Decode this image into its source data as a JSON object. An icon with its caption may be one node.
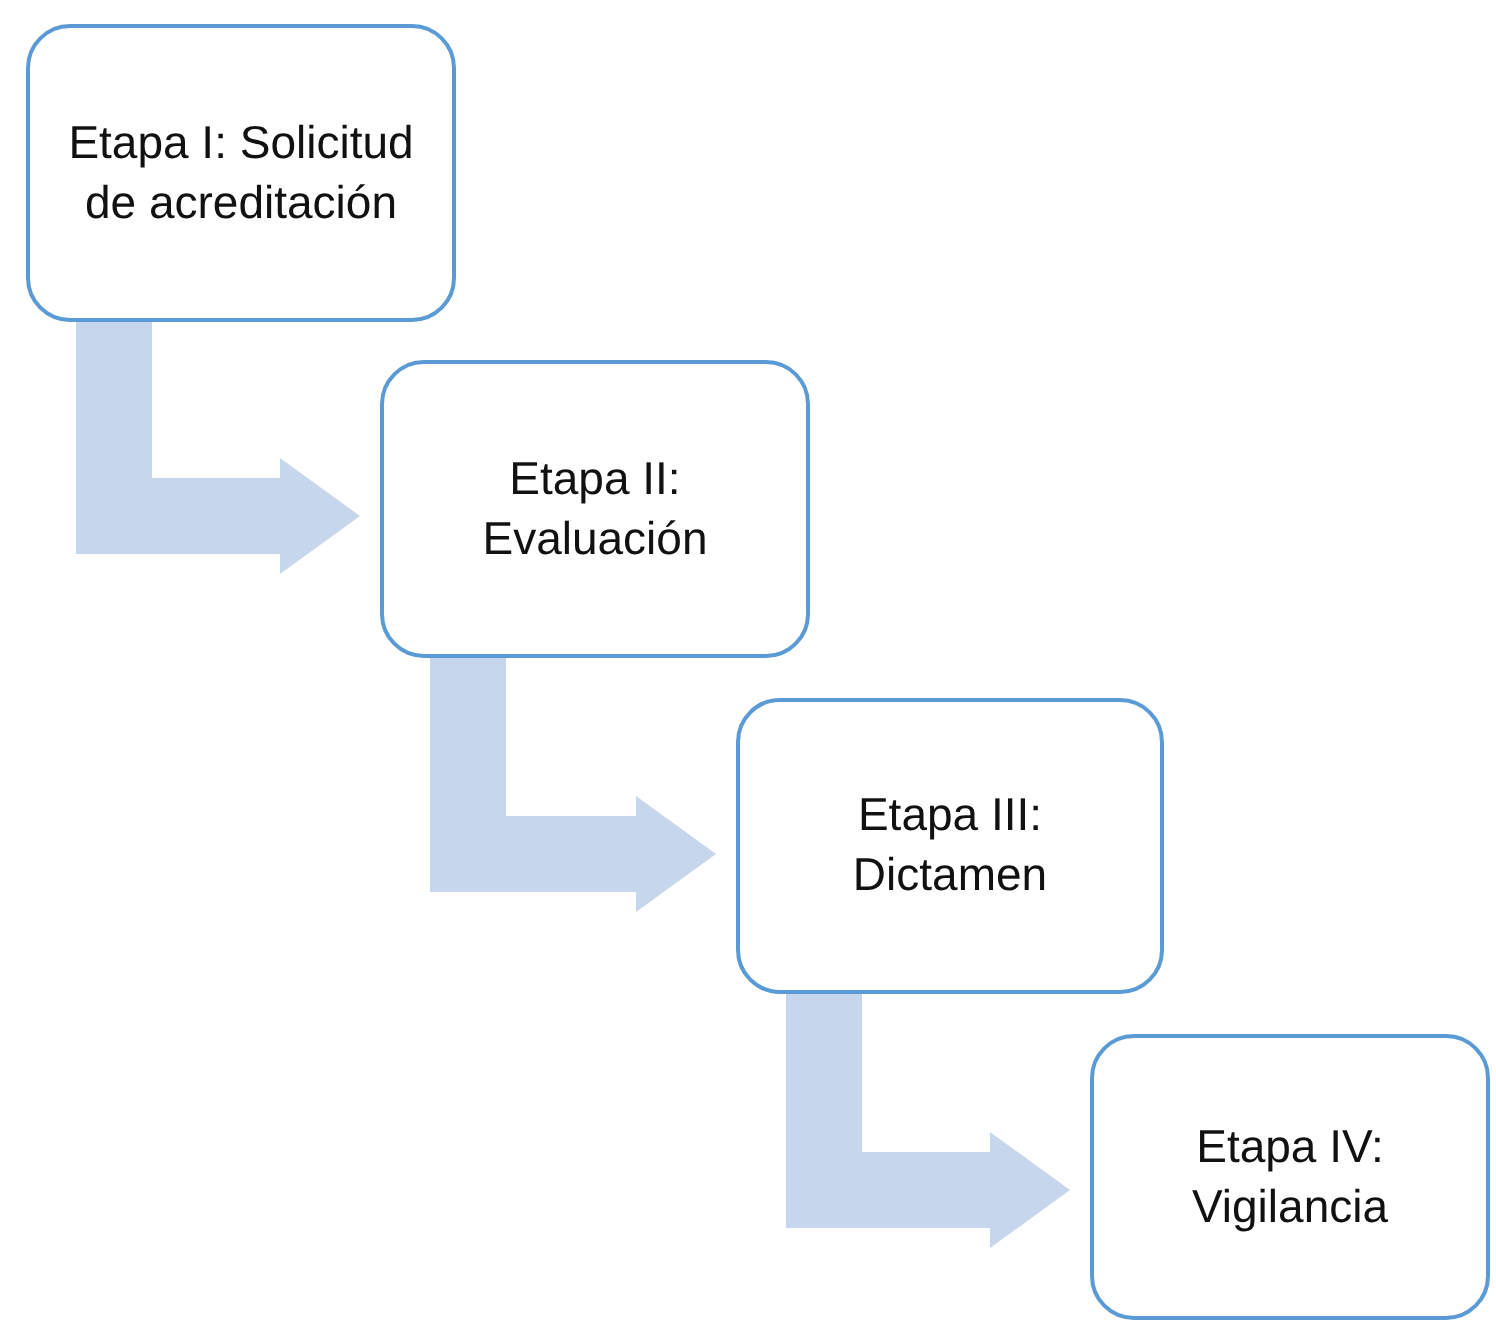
{
  "diagram": {
    "nodes": [
      {
        "text": [
          "Etapa I: Solicitud de acreditación"
        ]
      },
      {
        "text": [
          "Etapa II: Evaluación"
        ]
      },
      {
        "text": [
          "Etapa III: Dictamen"
        ]
      },
      {
        "text": [
          "Etapa IV: Vigilancia"
        ]
      }
    ],
    "edges": [
      {
        "from": 0,
        "to": 1,
        "arrow": "to"
      },
      {
        "from": 1,
        "to": 2,
        "arrow": "to"
      },
      {
        "from": 2,
        "to": 3,
        "arrow": "to"
      }
    ]
  }
}
